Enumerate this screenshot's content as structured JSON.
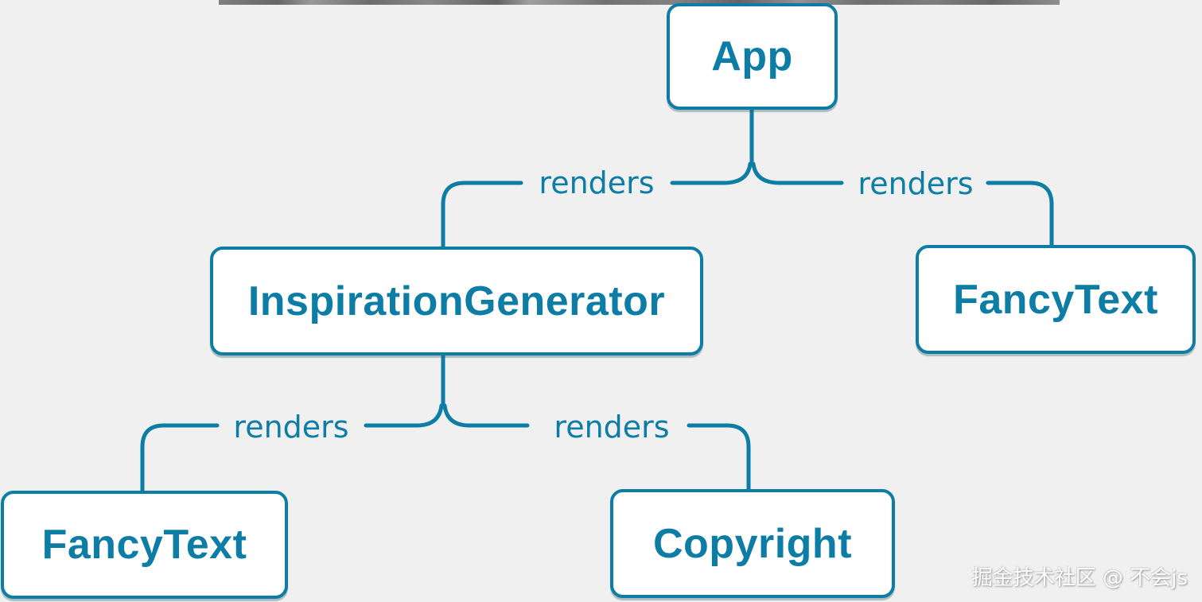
{
  "diagram": {
    "title_context": "React component render tree",
    "background_color": "#eff0ef",
    "accent_color": "#0d7da5",
    "node_fill_color": "#ffffff",
    "nodes": [
      {
        "id": "app",
        "label": "App"
      },
      {
        "id": "inspiration-generator",
        "label": "InspirationGenerator"
      },
      {
        "id": "fancy-text-right",
        "label": "FancyText"
      },
      {
        "id": "fancy-text-left",
        "label": "FancyText"
      },
      {
        "id": "copyright",
        "label": "Copyright"
      }
    ],
    "edges": [
      {
        "from": "App",
        "to": "InspirationGenerator",
        "label": "renders"
      },
      {
        "from": "App",
        "to": "FancyText",
        "label": "renders"
      },
      {
        "from": "InspirationGenerator",
        "to": "FancyText",
        "label": "renders"
      },
      {
        "from": "InspirationGenerator",
        "to": "Copyright",
        "label": "renders"
      }
    ]
  },
  "watermark": {
    "text": "掘金技术社区 @ 不会js"
  }
}
